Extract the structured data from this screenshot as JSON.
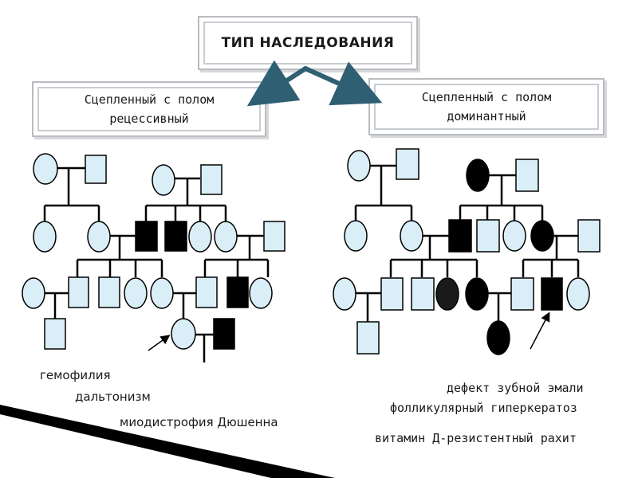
{
  "title": "ТИП НАСЛЕДОВАНИЯ",
  "left_type": {
    "line1": "Сцепленный с полом",
    "line2": "рецессивный"
  },
  "right_type": {
    "line1": "Сцепленный с полом",
    "line2": "доминантный"
  },
  "left_diseases": [
    "гемофилия",
    "дальтонизм",
    "миодистрофия Дюшенна"
  ],
  "right_diseases": [
    "дефект зубной эмали",
    "фолликулярный гиперкератоз",
    "витамин Д-резистентный рахит"
  ],
  "colors": {
    "unaffected_fill": "#d9eef6",
    "affected_fill": "#000000",
    "arrow": "#2f5f73",
    "line": "#000000"
  }
}
